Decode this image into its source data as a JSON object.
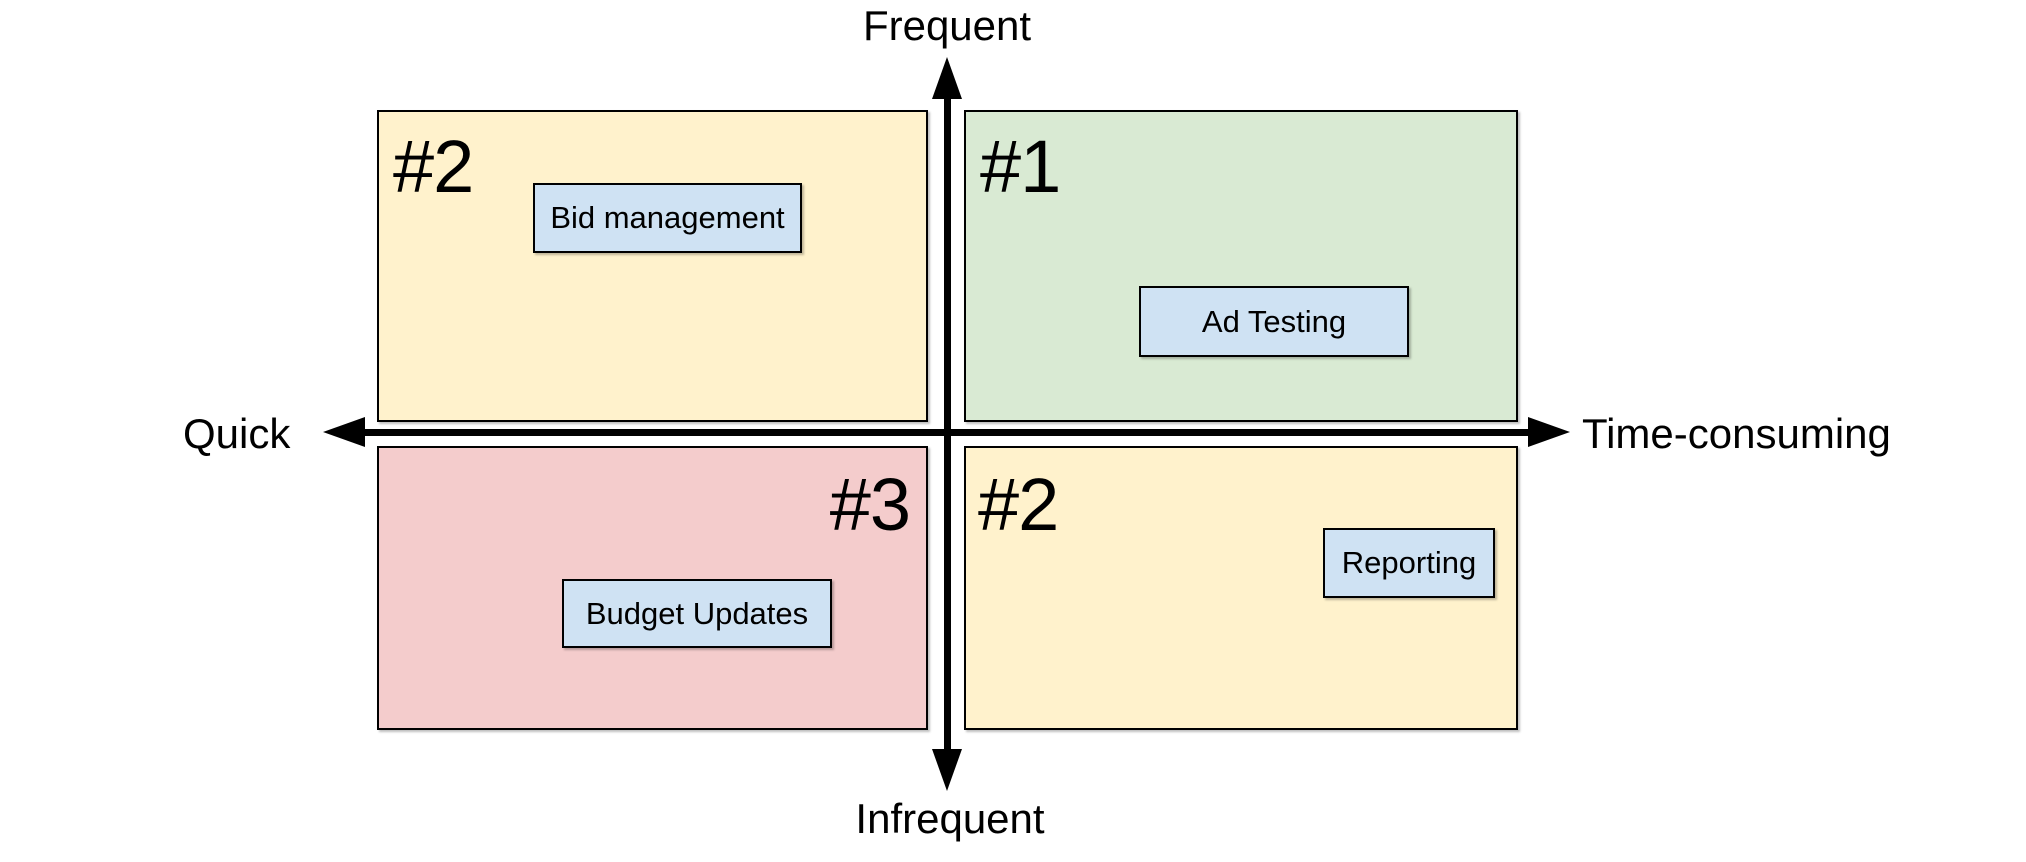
{
  "axes": {
    "y_top": "Frequent",
    "y_bottom": "Infrequent",
    "x_left": "Quick",
    "x_right": "Time-consuming"
  },
  "quadrants": [
    {
      "position": "top-left",
      "rank": "#2",
      "color": "#FFF2CC",
      "items": [
        "Bid management"
      ]
    },
    {
      "position": "top-right",
      "rank": "#1",
      "color": "#D9EAD3",
      "items": [
        "Ad Testing"
      ]
    },
    {
      "position": "bottom-left",
      "rank": "#3",
      "color": "#F4CCCC",
      "items": [
        "Budget Updates"
      ]
    },
    {
      "position": "bottom-right",
      "rank": "#2",
      "color": "#FFF2CC",
      "items": [
        "Reporting"
      ]
    }
  ],
  "colors": {
    "task_box_fill": "#CFE2F3",
    "axis_line": "#000000",
    "border": "#000000",
    "background": "#FFFFFF",
    "quadrant_yellow": "#FFF2CC",
    "quadrant_green": "#D9EAD3",
    "quadrant_red": "#F4CCCC"
  }
}
